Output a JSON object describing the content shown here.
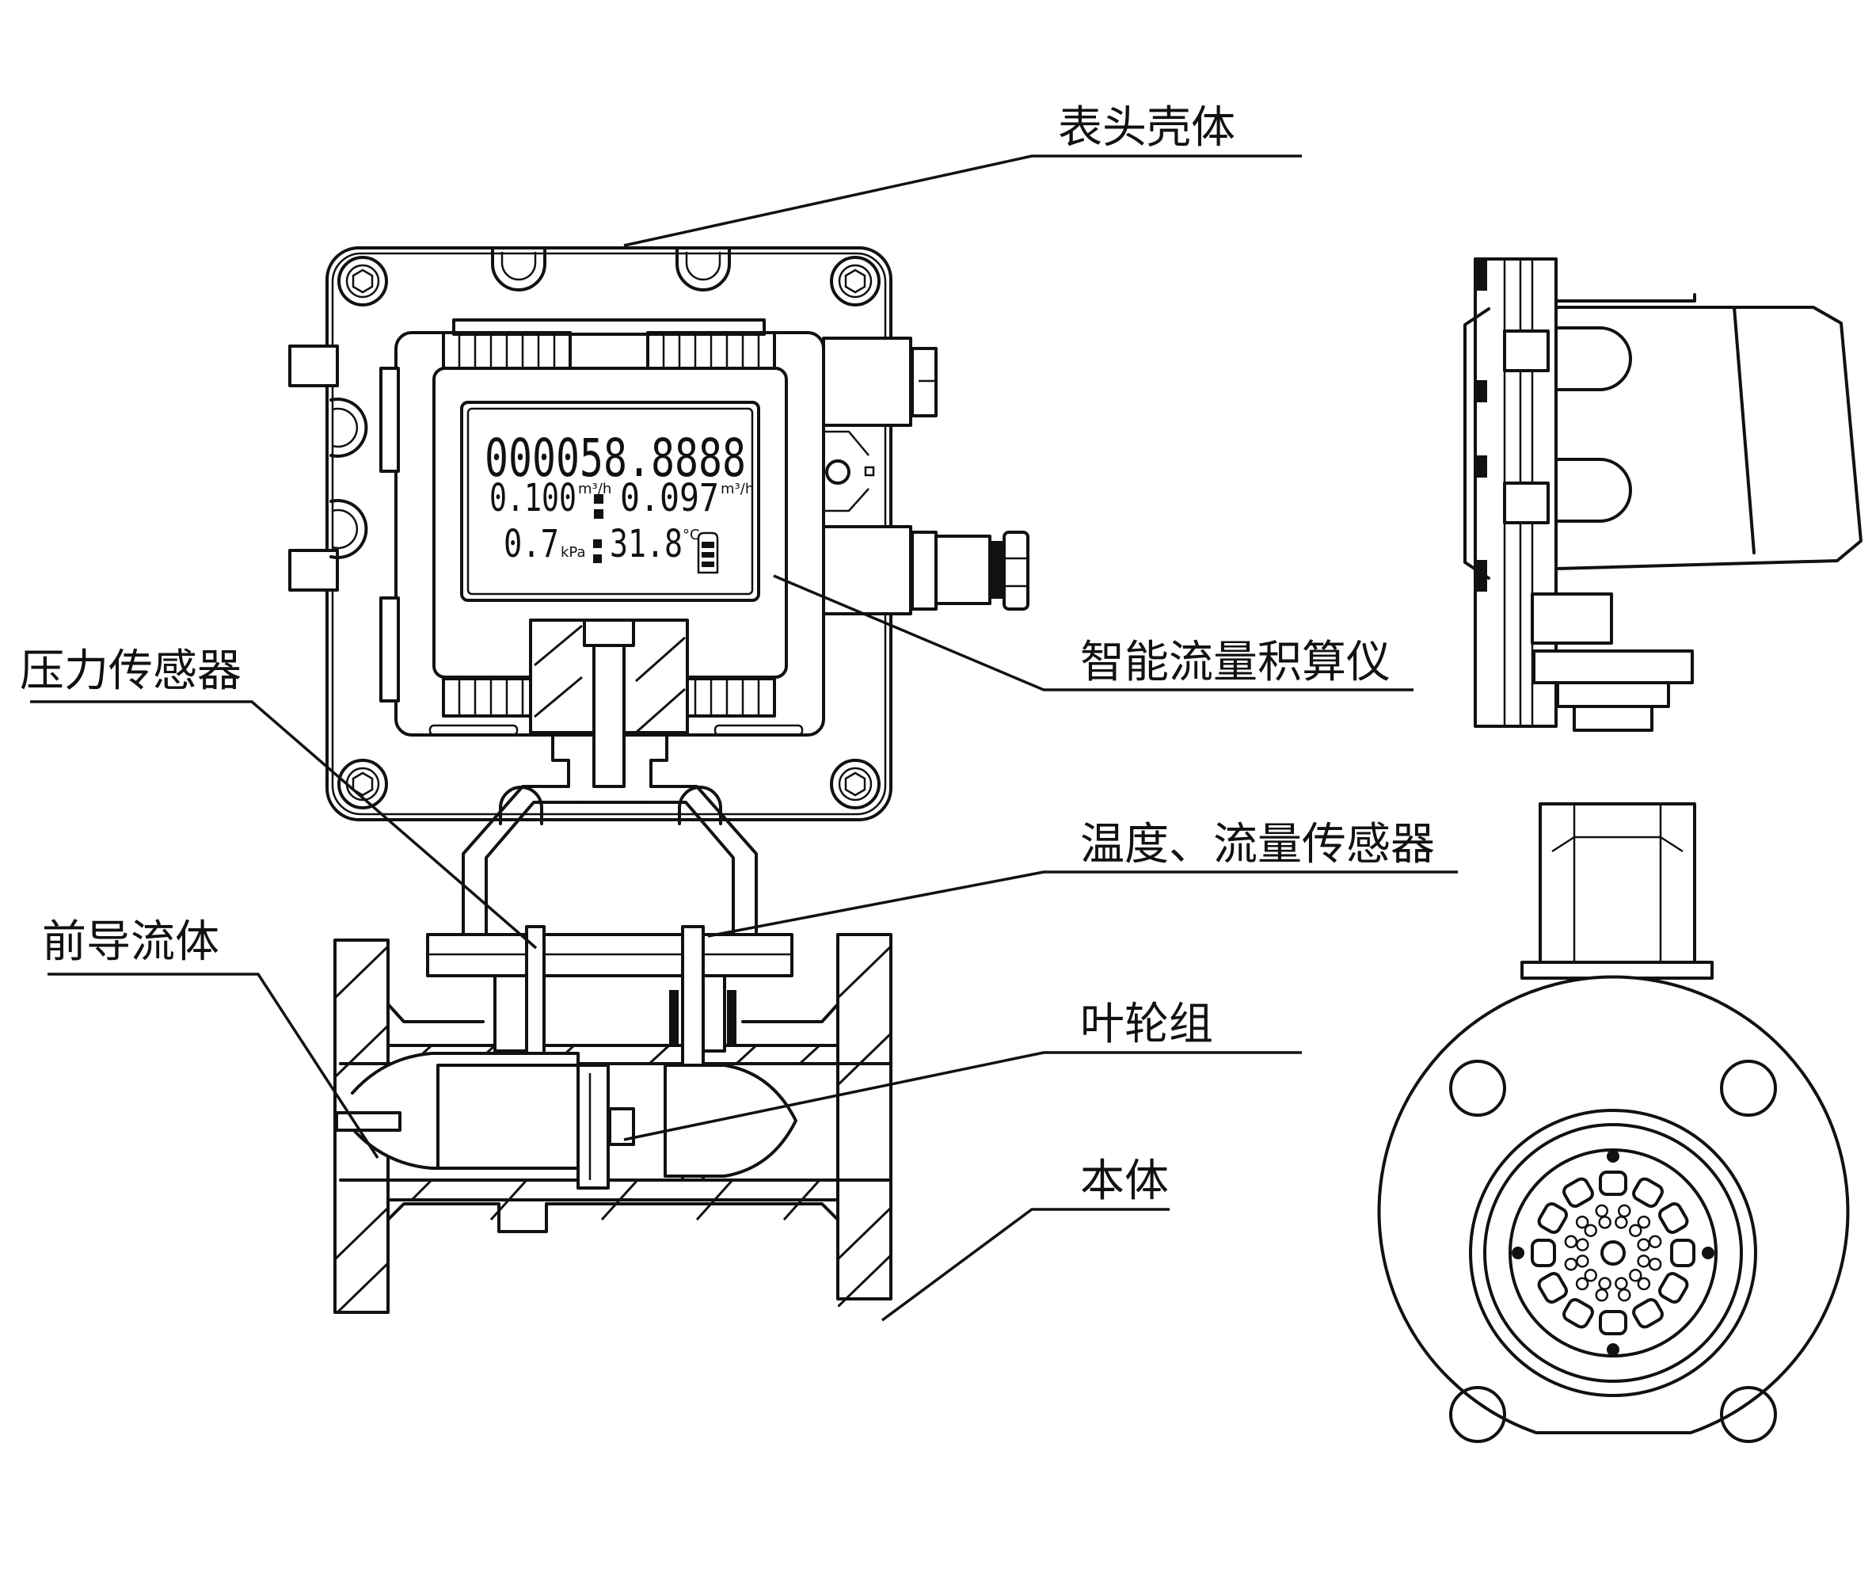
{
  "diagram": {
    "title": "Gas turbine flowmeter structure",
    "views": [
      "front-section-view",
      "side-view",
      "end-view"
    ]
  },
  "labels": {
    "meter_housing": "表头壳体",
    "flow_totalizer": "智能流量积算仪",
    "pressure_sensor": "压力传感器",
    "temp_flow_sensor": "温度、流量传感器",
    "front_flow_guide": "前导流体",
    "impeller_assembly": "叶轮组",
    "body": "本体"
  },
  "display": {
    "total": "000058.8888",
    "row2_left": "0.100",
    "row2_left_unit": "m³/h",
    "row2_right": "0.097",
    "row2_right_unit": "m³/h",
    "row3_left": "0.7",
    "row3_left_unit": "kPa",
    "row3_right": "31.8",
    "row3_right_unit": "°C",
    "battery_icon": "battery-icon"
  }
}
